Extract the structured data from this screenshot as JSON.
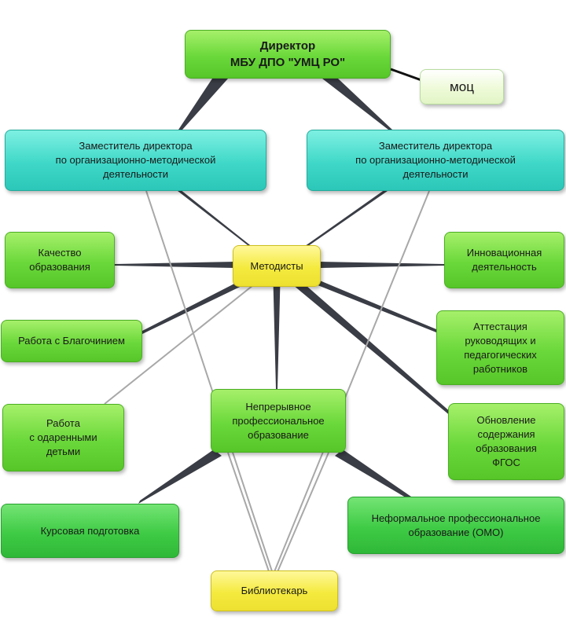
{
  "nodes": {
    "director": "Директор\nМБУ ДПО \"УМЦ РО\"",
    "moc": "моц",
    "deputy_left": "Заместитель директора\nпо организационно-методической\nдеятельности",
    "deputy_right": "Заместитель директора\nпо организационно-методической\nдеятельности",
    "methodists": "Методисты",
    "quality": "Качество\nобразования",
    "innovation": "Инновационная\nдеятельность",
    "blagochinie": "Работа с Благочинием",
    "attestation": "Аттестация\nруководящих и\nпедагогических\nработников",
    "gifted": "Работа\nс одаренными\nдетьми",
    "continuous": "Непрерывное\nпрофессиональное\nобразование",
    "fgos": "Обновление\nсодержания\nобразования\nФГОС",
    "courses": "Курсовая подготовка",
    "informal": "Неформальное профессиональное\nобразование (ОМО)",
    "librarian": "Библиотекарь"
  },
  "colors": {
    "green": "#6ad83a",
    "dark_green": "#3fcb45",
    "teal": "#3fd8c8",
    "yellow": "#f4ea3e",
    "pale_green": "#eefad8",
    "dark_line": "#3a3d45",
    "light_line": "#a8a8a8"
  }
}
